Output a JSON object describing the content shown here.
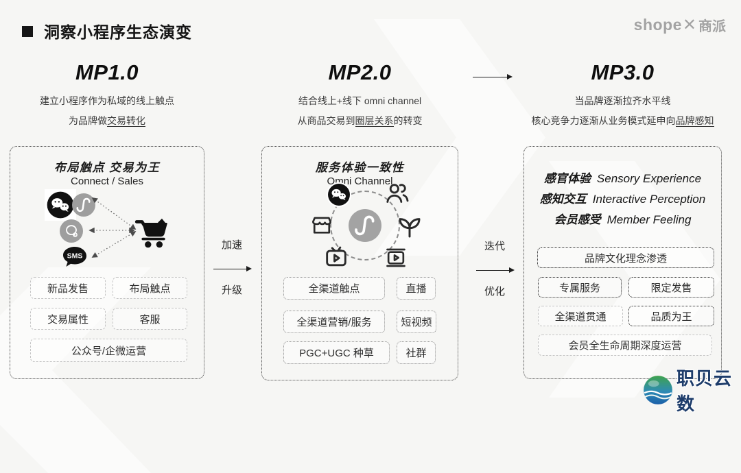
{
  "header": {
    "title": "洞察小程序生态演变",
    "logo": {
      "latin": "shope",
      "x": "✕",
      "cn": "商派"
    }
  },
  "stages": [
    {
      "title": "MP1.0",
      "line1": "建立小程序作为私域的线上触点",
      "line2_pre": "为品牌做",
      "line2_underline": "交易转化",
      "line2_post": ""
    },
    {
      "title": "MP2.0",
      "line1": "结合线上+线下 omni channel",
      "line2_pre": "从商品交易到",
      "line2_underline": "圈层关系",
      "line2_post": "的转变"
    },
    {
      "title": "MP3.0",
      "line1": "当品牌逐渐拉齐水平线",
      "line2_pre": "核心竞争力逐渐从业务模式延申向",
      "line2_underline": "品牌感知",
      "line2_post": ""
    }
  ],
  "transitions": [
    {
      "top": "加速",
      "bottom": "升级"
    },
    {
      "top": "迭代",
      "bottom": "优化"
    }
  ],
  "box1": {
    "title": "布局触点 交易为王",
    "subtitle": "Connect / Sales",
    "sms_label": "SMS",
    "tags": [
      "新品发售",
      "布局触点",
      "交易属性",
      "客服",
      "公众号/企微运营"
    ]
  },
  "box2": {
    "title": "服务体验一致性",
    "subtitle": "Omni Channel",
    "tags": [
      "全渠道触点",
      "直播",
      "全渠道营销/服务",
      "短视频",
      "PGC+UGC 种草",
      "社群"
    ]
  },
  "box3": {
    "lines": [
      {
        "cn": "感官体验",
        "en": "Sensory Experience"
      },
      {
        "cn": "感知交互",
        "en": "Interactive Perception"
      },
      {
        "cn": "会员感受",
        "en": "Member Feeling"
      }
    ],
    "tags": [
      "品牌文化理念渗透",
      "专属服务",
      "限定发售",
      "全渠道贯通",
      "品质为王",
      "会员全生命周期深度运营"
    ]
  },
  "footer": {
    "logo_text": "职贝云数"
  },
  "icons": [
    "wechat-icon",
    "miniprogram-icon",
    "wecom-icon",
    "sms-icon",
    "cart-icon",
    "people-icon",
    "store-icon",
    "leaf-icon",
    "tv-play-icon",
    "video-play-icon",
    "globe-icon"
  ],
  "colors": {
    "background": "#f6f6f4",
    "text": "#1a1a1a",
    "muted_text": "#3b3b3b",
    "box_border": "#3c3c3c",
    "tag_border_light": "#c4c4c4",
    "tag_border_medium": "#8f8f8f",
    "tag_border_strong": "#1f1f1f",
    "shopex_gray": "#a3a3a3",
    "zhibei_navy": "#1d3c6a",
    "icon_gray": "#9e9e9e"
  }
}
